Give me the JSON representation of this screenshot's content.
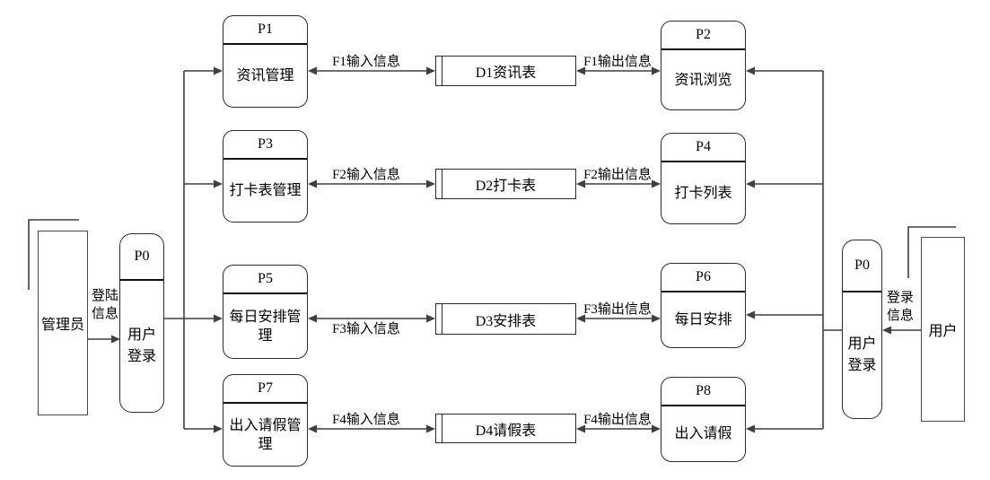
{
  "entities": {
    "admin": {
      "label": "管理员"
    },
    "user": {
      "label": "用户"
    }
  },
  "processes": {
    "p0_left": {
      "id": "P0",
      "line1": "用户",
      "line2": "登录"
    },
    "p0_right": {
      "id": "P0",
      "line1": "用户",
      "line2": "登录"
    },
    "p1": {
      "id": "P1",
      "name": "资讯管理"
    },
    "p2": {
      "id": "P2",
      "name": "资讯浏览"
    },
    "p3": {
      "id": "P3",
      "name": "打卡表管理"
    },
    "p4": {
      "id": "P4",
      "name": "打卡列表"
    },
    "p5": {
      "id": "P5",
      "name": "每日安排管理"
    },
    "p6": {
      "id": "P6",
      "name": "每日安排"
    },
    "p7": {
      "id": "P7",
      "name": "出入请假管理"
    },
    "p8": {
      "id": "P8",
      "name": "出入请假"
    }
  },
  "datastores": {
    "d1": {
      "label": "D1资讯表"
    },
    "d2": {
      "label": "D2打卡表"
    },
    "d3": {
      "label": "D3安排表"
    },
    "d4": {
      "label": "D4请假表"
    }
  },
  "flows": {
    "admin_login": {
      "line1": "登陆",
      "line2": "信息"
    },
    "user_login": {
      "line1": "登录",
      "line2": "信息"
    },
    "f1_in": {
      "label": "F1输入信息"
    },
    "f1_out": {
      "label": "F1输出信息"
    },
    "f2_in": {
      "label": "F2输入信息"
    },
    "f2_out": {
      "label": "F2输出信息"
    },
    "f3_in": {
      "label": "F3输入信息"
    },
    "f3_out": {
      "label": "F3输出信息"
    },
    "f4_in": {
      "label": "F4输入信息"
    },
    "f4_out": {
      "label": "F4输出信息"
    }
  },
  "colors": {
    "connector": "#3f3f3f",
    "box_border": "#2b2b2b",
    "text": "#000000",
    "background": "#ffffff"
  }
}
